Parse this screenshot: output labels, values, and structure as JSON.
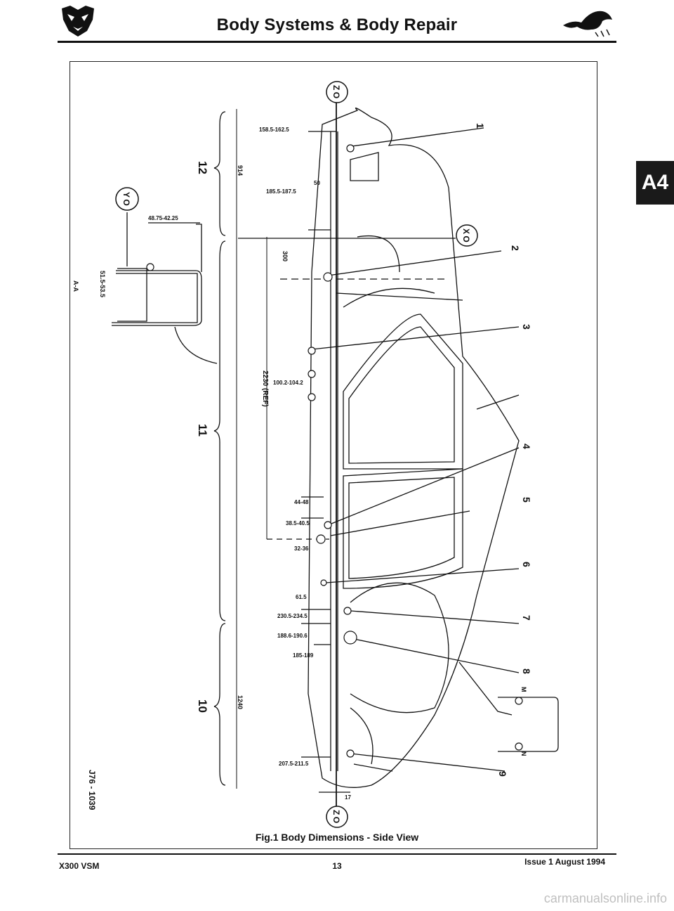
{
  "header": {
    "title": "Body Systems & Body Repair"
  },
  "tab": {
    "label": "A4"
  },
  "figure": {
    "caption": "Fig.1  Body Dimensions - Side View",
    "ref": "J76 - 1039",
    "section_a_a": "A-A",
    "circle_labels": {
      "z": "Z O",
      "y": "Y O",
      "x": "X O"
    },
    "zone_labels": [
      "12",
      "11",
      "10"
    ],
    "vertical_dims": [
      "914",
      "300",
      "2230 (REF)",
      "1240",
      "51.5-53.5"
    ],
    "dims": [
      "158.5-162.5",
      "50",
      "185.5-187.5",
      "48.75-42.25",
      "100.2-104.2",
      "44-48",
      "38.5-40.5",
      "32-36",
      "61.5",
      "230.5-234.5",
      "188.6-190.6",
      "185-189",
      "207.5-211.5",
      "17"
    ],
    "callouts": [
      "1",
      "2",
      "3",
      "4",
      "5",
      "6",
      "7",
      "8",
      "9"
    ],
    "mn_labels": [
      "M",
      "N"
    ]
  },
  "footer": {
    "left": "X300 VSM",
    "page": "13",
    "right": "Issue 1 August 1994"
  },
  "watermark": "carmanualsonline.info"
}
